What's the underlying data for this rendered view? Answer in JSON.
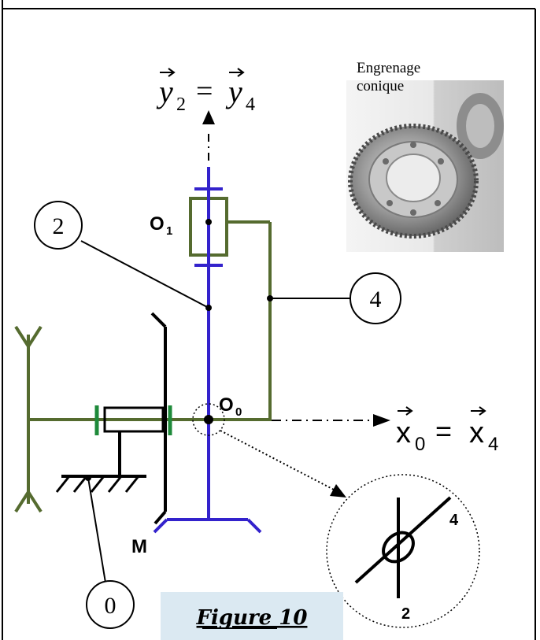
{
  "photo": {
    "caption_line1": "Engrenage",
    "caption_line2": "conique"
  },
  "axes": {
    "y_axis": {
      "left_var": "y",
      "left_sub": "2",
      "equals": "=",
      "right_var": "y",
      "right_sub": "4"
    },
    "x_axis": {
      "left_var": "x",
      "left_sub": "0",
      "equals": "=",
      "right_var": "x",
      "right_sub": "4"
    }
  },
  "points": {
    "o1": {
      "letter": "O",
      "sub": "1"
    },
    "o0": {
      "letter": "O",
      "sub": "0"
    },
    "m": "M"
  },
  "labels": {
    "part2": "2",
    "part4": "4",
    "part0": "0"
  },
  "detail": {
    "label_top": "4",
    "label_bottom": "2"
  },
  "figure": {
    "caption": "Figure 10"
  },
  "colors": {
    "blue": "#3322cc",
    "green": "#556b2f",
    "black": "#000000",
    "caption_bg": "#dbe9f2"
  }
}
